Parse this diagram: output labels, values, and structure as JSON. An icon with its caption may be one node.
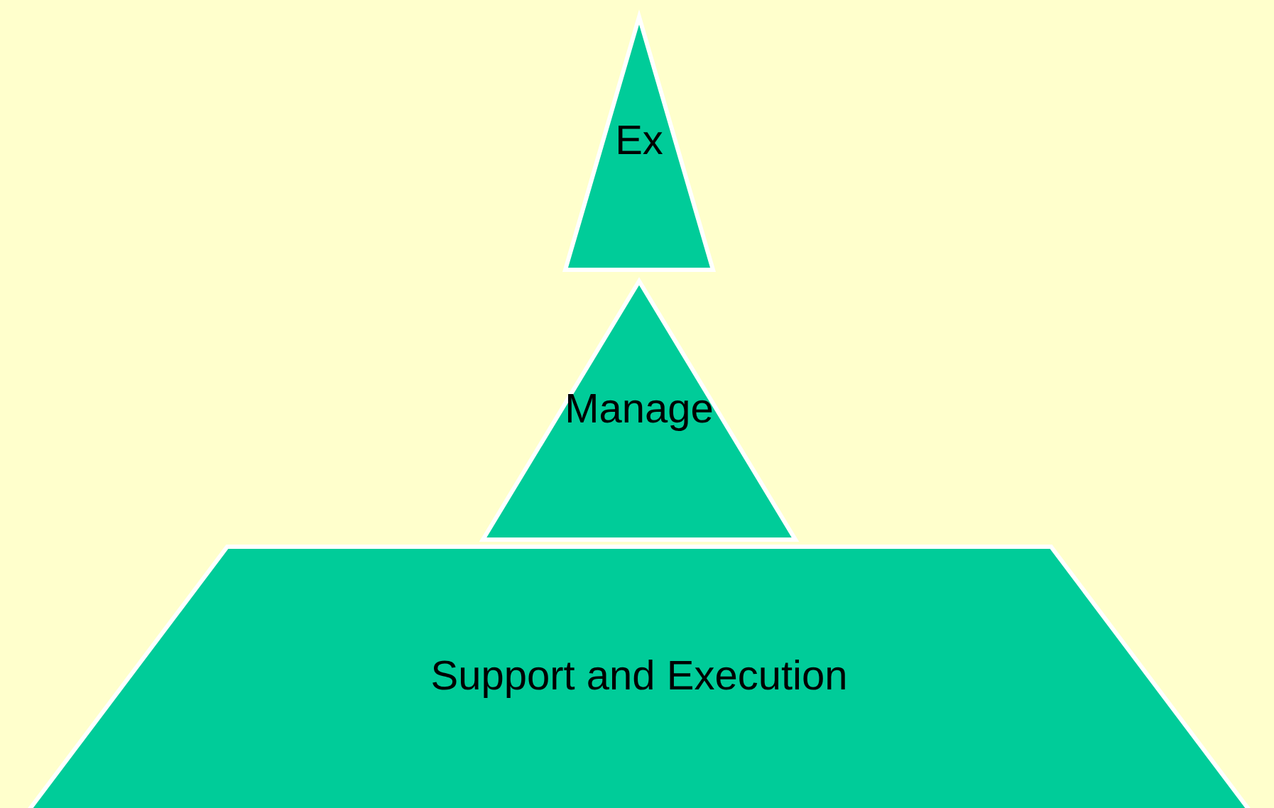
{
  "diagram": {
    "nodes": [
      {
        "text": [
          "Ex"
        ]
      },
      {
        "text": [
          "Manage"
        ]
      },
      {
        "text": [
          "Support and Execution"
        ]
      }
    ]
  }
}
